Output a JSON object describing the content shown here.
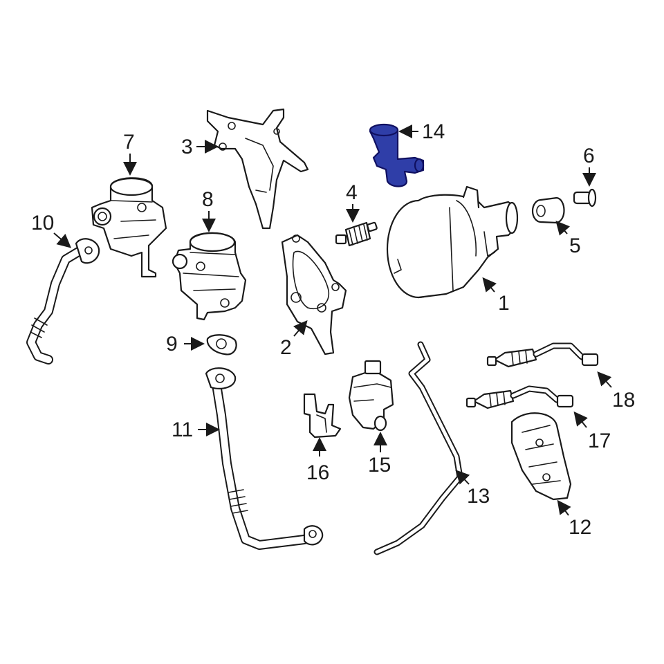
{
  "highlight_color": "#2f3ea8",
  "callouts": {
    "c1": "1",
    "c2": "2",
    "c3": "3",
    "c4": "4",
    "c5": "5",
    "c6": "6",
    "c7": "7",
    "c8": "8",
    "c9": "9",
    "c10": "10",
    "c11": "11",
    "c12": "12",
    "c13": "13",
    "c14": "14",
    "c15": "15",
    "c16": "16",
    "c17": "17",
    "c18": "18"
  }
}
